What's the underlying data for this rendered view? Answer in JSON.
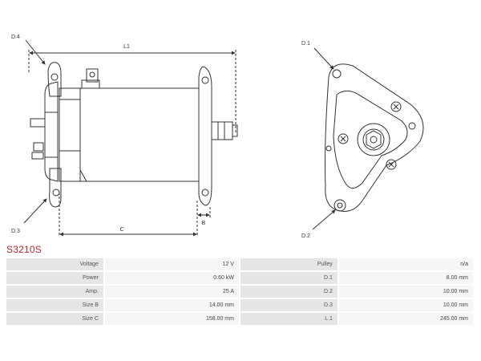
{
  "product": {
    "code": "S3210S"
  },
  "drawing": {
    "labels": {
      "l1": "L1",
      "c": "C",
      "b": "B",
      "d1": "D.1",
      "d2": "D.2",
      "d3": "D.3",
      "d4": "D.4"
    }
  },
  "specs": {
    "rows": [
      {
        "left_key": "Voltage",
        "left_value": "12 V",
        "right_key": "Pulley",
        "right_value": "n/a"
      },
      {
        "left_key": "Power",
        "left_value": "0.60 kW",
        "right_key": "D.1",
        "right_value": "8.00 mm"
      },
      {
        "left_key": "Amp.",
        "left_value": "25 A",
        "right_key": "D.2",
        "right_value": "10.00 mm"
      },
      {
        "left_key": "Size B",
        "left_value": "14.00 mm",
        "right_key": "D.3",
        "right_value": "10.00 mm"
      },
      {
        "left_key": "Size C",
        "left_value": "158.00 mm",
        "right_key": "L.1",
        "right_value": "245.00 mm"
      }
    ]
  }
}
